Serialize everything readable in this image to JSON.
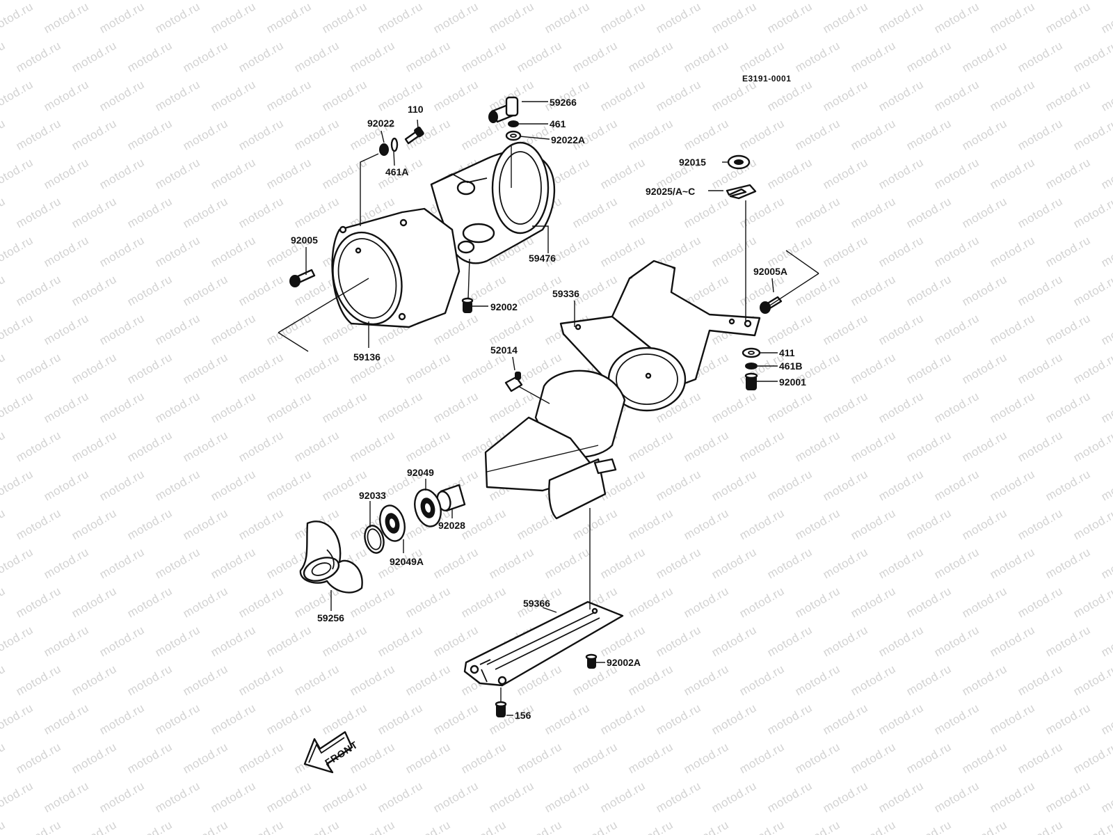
{
  "watermark": "motod.ru",
  "drawing_code": "E3191-0001",
  "front_label": "FRONT",
  "parts": {
    "p59266": "59266",
    "p461": "461",
    "p92022A": "92022A",
    "p110": "110",
    "p92022": "92022",
    "p461A": "461A",
    "p92015": "92015",
    "p92025": "92025/A~C",
    "p92005": "92005",
    "p59476": "59476",
    "p92005A": "92005A",
    "p59336": "59336",
    "p92002": "92002",
    "p59136": "59136",
    "p52014": "52014",
    "p411": "411",
    "p461B": "461B",
    "p92001": "92001",
    "p92049": "92049",
    "p92033": "92033",
    "p92028": "92028",
    "p92049A": "92049A",
    "p59256": "59256",
    "p59366": "59366",
    "p92002A": "92002A",
    "p156": "156"
  }
}
